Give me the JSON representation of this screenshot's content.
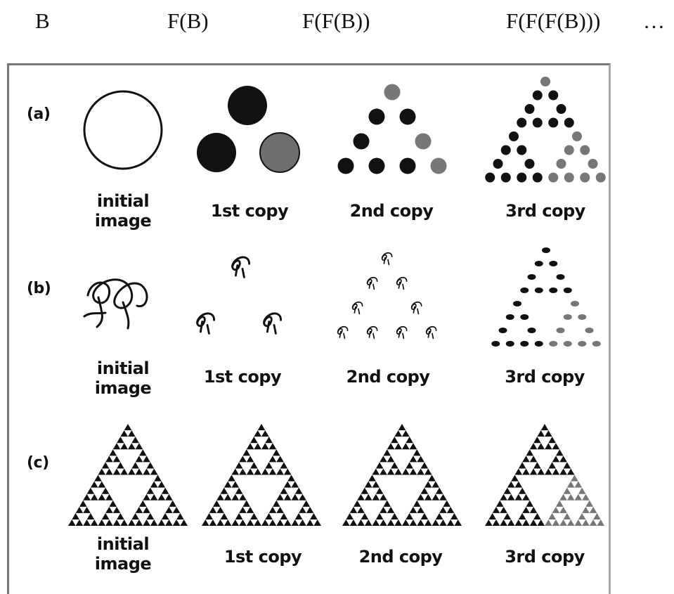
{
  "header": {
    "b": "B",
    "fb": "F(B)",
    "ffb": "F(F(B))",
    "fffb": "F(F(F(B)))",
    "ellipsis": "…"
  },
  "rows": [
    {
      "label": "(a)",
      "captions": [
        [
          "initial",
          "image"
        ],
        [
          "1st copy"
        ],
        [
          "2nd copy"
        ],
        [
          "3rd copy"
        ]
      ]
    },
    {
      "label": "(b)",
      "captions": [
        [
          "initial",
          "image"
        ],
        [
          "1st copy"
        ],
        [
          "2nd copy"
        ],
        [
          "3rd copy"
        ]
      ]
    },
    {
      "label": "(c)",
      "captions": [
        [
          "initial",
          "image"
        ],
        [
          "1st copy"
        ],
        [
          "2nd copy"
        ],
        [
          "3rd copy"
        ]
      ]
    }
  ],
  "colors": {
    "ink": "#111111",
    "shaded": "#777777",
    "frame": "#777777"
  }
}
